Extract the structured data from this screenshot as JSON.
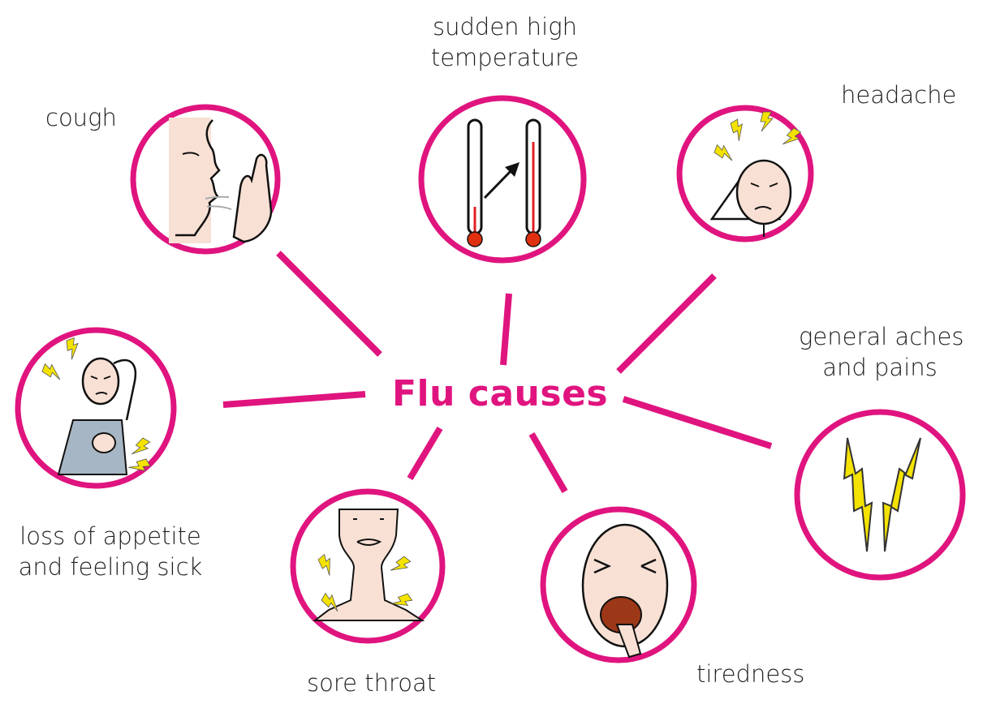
{
  "accent_color": "#e0147f",
  "center": {
    "title": "Flu causes"
  },
  "symptoms": [
    {
      "id": "cough",
      "lines": [
        "cough"
      ],
      "icon": "coughing-person-icon"
    },
    {
      "id": "temperature",
      "lines": [
        "sudden high",
        "temperature"
      ],
      "icon": "thermometer-rising-icon"
    },
    {
      "id": "headache",
      "lines": [
        "headache"
      ],
      "icon": "headache-face-icon"
    },
    {
      "id": "aches",
      "lines": [
        "general aches",
        "and pains"
      ],
      "icon": "lightning-pain-icon"
    },
    {
      "id": "tiredness",
      "lines": [
        "tiredness"
      ],
      "icon": "yawning-face-icon"
    },
    {
      "id": "sore-throat",
      "lines": [
        "sore throat"
      ],
      "icon": "sore-throat-icon"
    },
    {
      "id": "appetite",
      "lines": [
        "loss of appetite",
        "and feeling sick"
      ],
      "icon": "sick-person-icon"
    }
  ]
}
